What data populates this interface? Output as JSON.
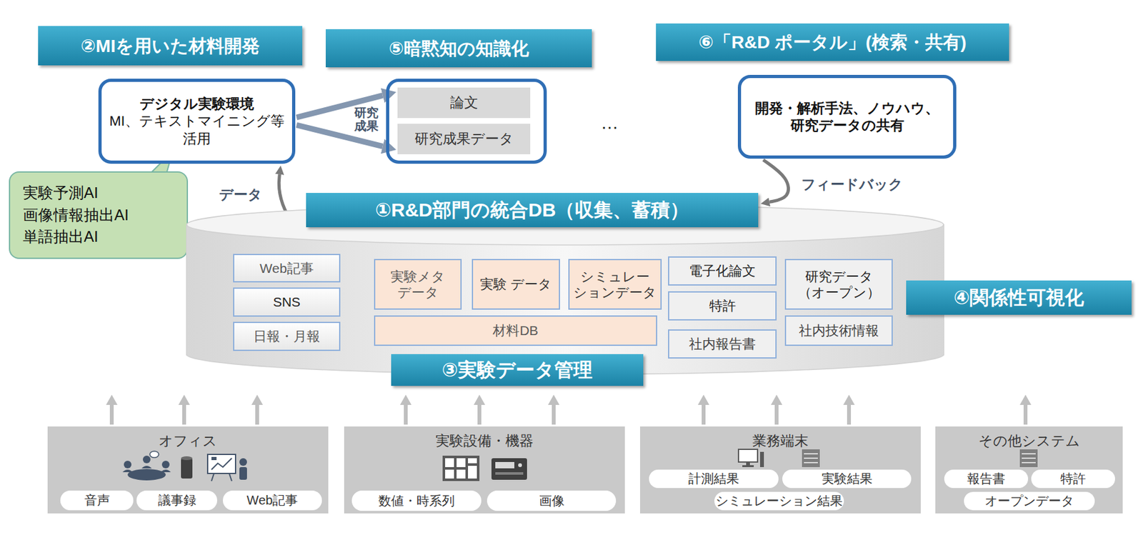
{
  "diagram": {
    "nodes": [
      {
        "text": [
          "②MIを用いた材料開発",
          "デジタル実験環境",
          "MI、テキストマイニング等 活用"
        ]
      },
      {
        "text": [
          "実験予測AI",
          "画像情報抽出AI",
          "単語抽出AI"
        ]
      },
      {
        "text": [
          "⑤暗黙知の知識化"
        ]
      },
      {
        "text": [
          "論文"
        ],
        "in": 2
      },
      {
        "text": [
          "研究成果データ"
        ],
        "in": 2
      },
      {
        "text": [
          "⑥「R&D ポータル」(検索・共有)",
          "開発・解析手法、ノウハウ、 研究データの共有"
        ]
      },
      {
        "text": [
          "①R&D部門の統合DB（収集、蓄積）"
        ]
      },
      {
        "text": [
          "Web記事"
        ],
        "in": 6
      },
      {
        "text": [
          "SNS"
        ],
        "in": 6
      },
      {
        "text": [
          "日報・月報"
        ],
        "in": 6
      },
      {
        "text": [
          "実験メタ データ"
        ],
        "in": 6
      },
      {
        "text": [
          "実験 データ"
        ],
        "in": 6
      },
      {
        "text": [
          "シミュレー ションデータ"
        ],
        "in": 6
      },
      {
        "text": [
          "材料DB"
        ],
        "in": 6
      },
      {
        "text": [
          "電子化論文"
        ],
        "in": 6
      },
      {
        "text": [
          "特許"
        ],
        "in": 6
      },
      {
        "text": [
          "社内報告書"
        ],
        "in": 6
      },
      {
        "text": [
          "研究データ （オープン）"
        ],
        "in": 6
      },
      {
        "text": [
          "社内技術情報"
        ],
        "in": 6
      },
      {
        "text": [
          "④関係性可視化"
        ]
      },
      {
        "text": [
          "③実験データ管理"
        ]
      },
      {
        "text": [
          "オフィス"
        ]
      },
      {
        "text": [
          "音声"
        ],
        "in": 21
      },
      {
        "text": [
          "議事録"
        ],
        "in": 21
      },
      {
        "text": [
          "Web記事"
        ],
        "in": 21
      },
      {
        "text": [
          "実験設備・機器"
        ]
      },
      {
        "text": [
          "数値・時系列"
        ],
        "in": 25
      },
      {
        "text": [
          "画像"
        ],
        "in": 25
      },
      {
        "text": [
          "業務端末"
        ]
      },
      {
        "text": [
          "計測結果"
        ],
        "in": 28
      },
      {
        "text": [
          "実験結果"
        ],
        "in": 28
      },
      {
        "text": [
          "シミュレーション結果"
        ],
        "in": 28
      },
      {
        "text": [
          "その他システム"
        ]
      },
      {
        "text": [
          "報告書"
        ],
        "in": 32
      },
      {
        "text": [
          "特許"
        ],
        "in": 32
      },
      {
        "text": [
          "オープンデータ"
        ],
        "in": 32
      }
    ],
    "edges": [
      {
        "from": 6,
        "to": 0,
        "arrow": "to",
        "label": "データ"
      },
      {
        "from": 0,
        "to": 3,
        "arrow": "to"
      },
      {
        "from": 0,
        "to": 4,
        "arrow": "to"
      },
      {
        "from": 5,
        "to": 6,
        "arrow": "to",
        "label": "フィードバック"
      },
      {
        "from": 21,
        "to": 6,
        "arrow": "to"
      },
      {
        "from": 21,
        "to": 6,
        "arrow": "to"
      },
      {
        "from": 21,
        "to": 6,
        "arrow": "to"
      },
      {
        "from": 25,
        "to": 6,
        "arrow": "to"
      },
      {
        "from": 25,
        "to": 6,
        "arrow": "to"
      },
      {
        "from": 25,
        "to": 6,
        "arrow": "to"
      },
      {
        "from": 28,
        "to": 6,
        "arrow": "to"
      },
      {
        "from": 28,
        "to": 6,
        "arrow": "to"
      },
      {
        "from": 28,
        "to": 6,
        "arrow": "to"
      },
      {
        "from": 32,
        "to": 6,
        "arrow": "to"
      }
    ],
    "labels": [
      "研究成果",
      "…"
    ]
  }
}
